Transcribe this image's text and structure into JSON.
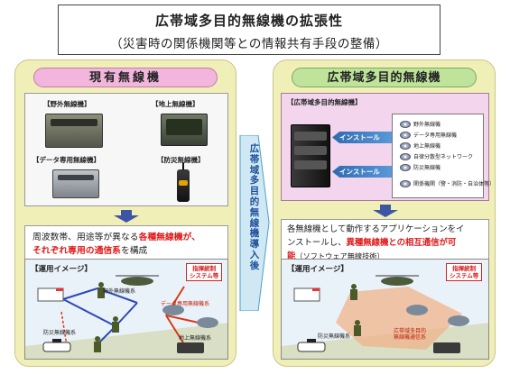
{
  "title": {
    "main": "広帯域多目的無線機の拡張性",
    "sub": "（災害時の関係機関等との情報共有手段の整備）"
  },
  "left_panel": {
    "header": "現有無線機",
    "equipment": {
      "field_radio": "【野外無線機】",
      "ground_radio": "【地上無線機】",
      "data_radio": "【データ専用無線機】",
      "disaster_radio": "【防災無線機】"
    },
    "description": {
      "line1_prefix": "周波数帯、用途等が異なる",
      "line1_red": "各種無線機が、",
      "line2_red": "それぞれ専用の通信系",
      "line2_suffix": "を構成"
    },
    "operation": {
      "label": "【運用イメージ】",
      "command_badge_line1": "指揮統制",
      "command_badge_line2": "システム等",
      "field_network": "野外無線機系",
      "data_network": "データ専用無線機系",
      "disaster_network": "防災無線機系",
      "ground_network": "地上無線機系"
    }
  },
  "center_arrow": {
    "text": "広帯域多目的無線機導入後"
  },
  "right_panel": {
    "header": "広帯域多目的無線機",
    "box_label": "【広帯域多目的無線機】",
    "install_label_1": "インストール",
    "install_label_2": "インストール",
    "apps": [
      "野外無線機",
      "データ専用無線機",
      "地上無線機",
      "自律分散型ネットワーク",
      "防災無線機",
      "関係機関（警・消防・自治体等）"
    ],
    "description": {
      "line1": "各無線機として動作するアプリケーションをイ",
      "line2_prefix": "ンストールし、",
      "line2_red": "異種無線機との相互通信が可",
      "line3_red": "能",
      "line3_suffix": "（ソフトウェア無線技術）"
    },
    "operation": {
      "label": "【運用イメージ】",
      "command_badge_line1": "指揮統制",
      "command_badge_line2": "システム等",
      "disaster_network": "防災無線機系",
      "wideband_network_line1": "広帯域多目的",
      "wideband_network_line2": "無線機通信系"
    }
  },
  "colors": {
    "panel_bg": "#f1efb8",
    "left_header": "#f2b6dd",
    "right_header": "#bfe39b",
    "arrow_blue": "#3e55a6",
    "highlight_red": "#e01818"
  }
}
